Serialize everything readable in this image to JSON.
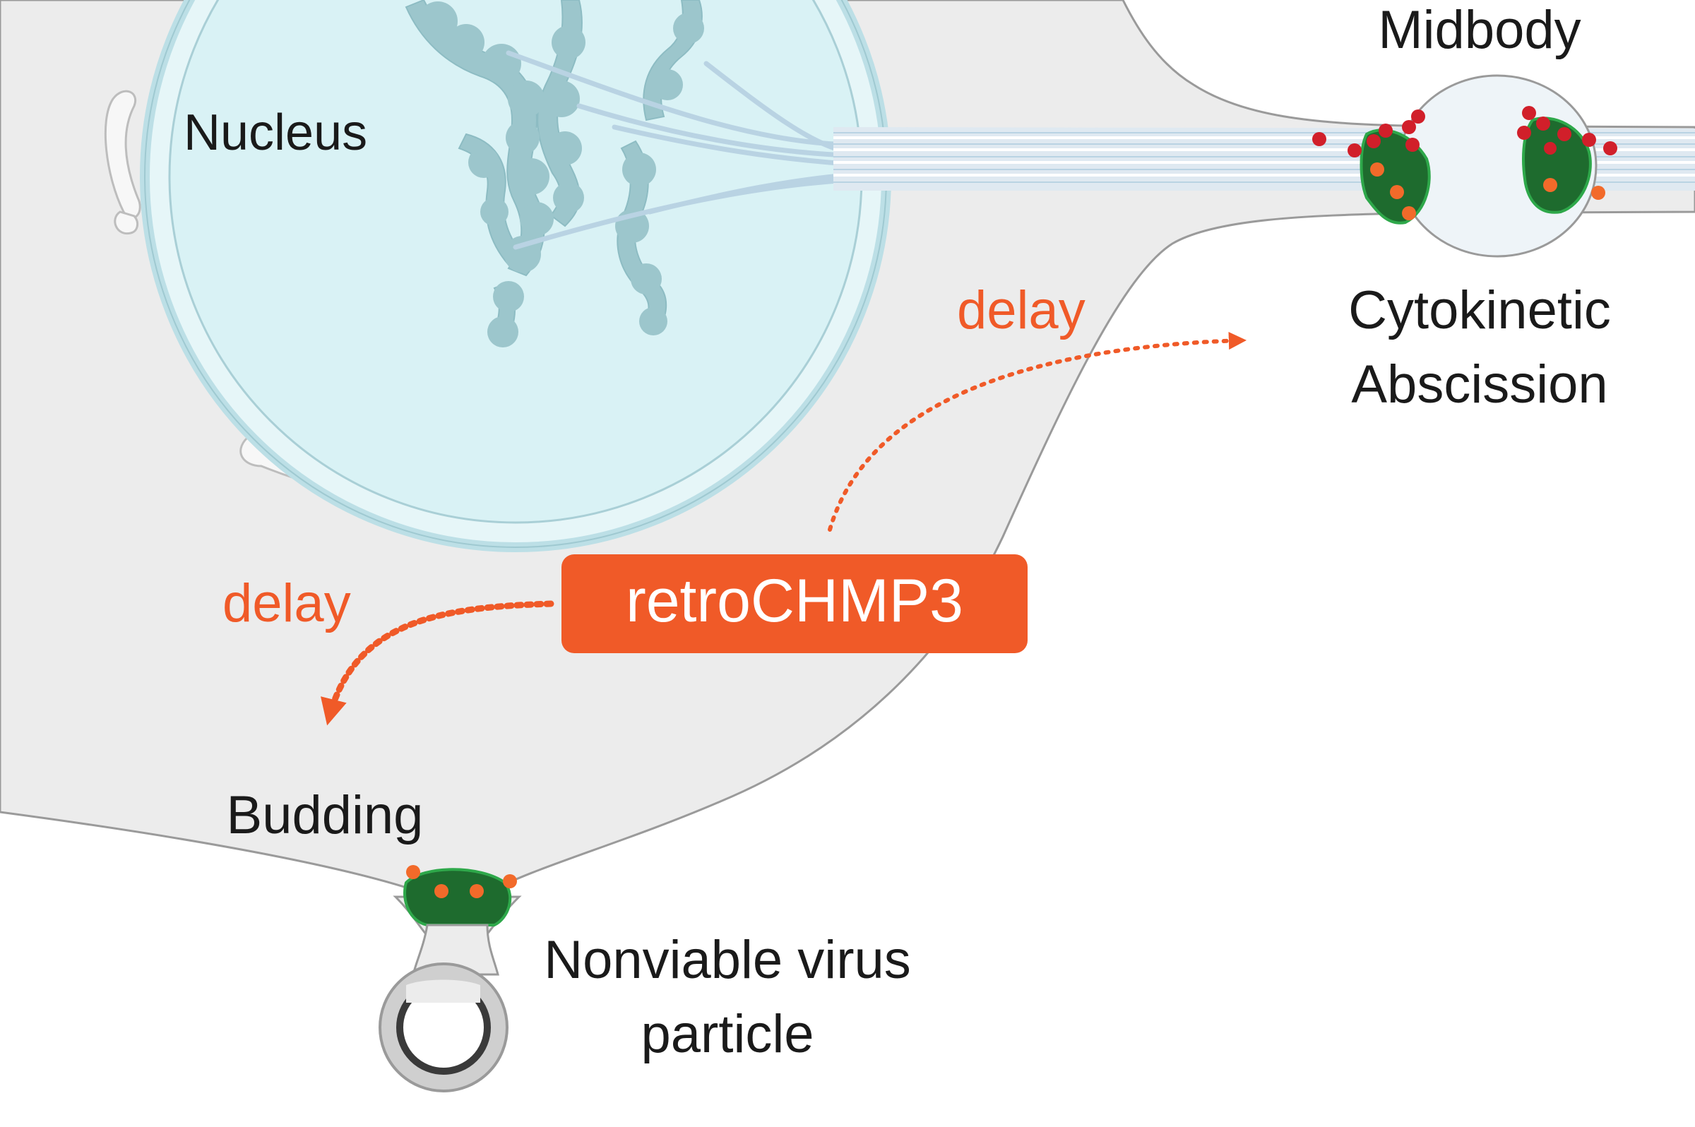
{
  "labels": {
    "nucleus": "Nucleus",
    "midbody": "Midbody",
    "abscission_line1": "Cytokinetic",
    "abscission_line2": "Abscission",
    "delay_top": "delay",
    "delay_left": "delay",
    "retrochmp3": "retroCHMP3",
    "budding": "Budding",
    "virus_line1": "Nonviable virus",
    "virus_line2": "particle"
  },
  "colors": {
    "accent": "#f05a28",
    "cell": "#ececec",
    "cell_outline": "#9a9a9a",
    "nucleus_fill": "#d9f2f5",
    "nucleus_ring": "#bcdfe6",
    "chromatin": "#9cc6cc",
    "escrt_green": "#1e6b2e",
    "escrt_red": "#d11f2a",
    "escrt_orange": "#f26a2a",
    "text": "#1a1a1a"
  }
}
